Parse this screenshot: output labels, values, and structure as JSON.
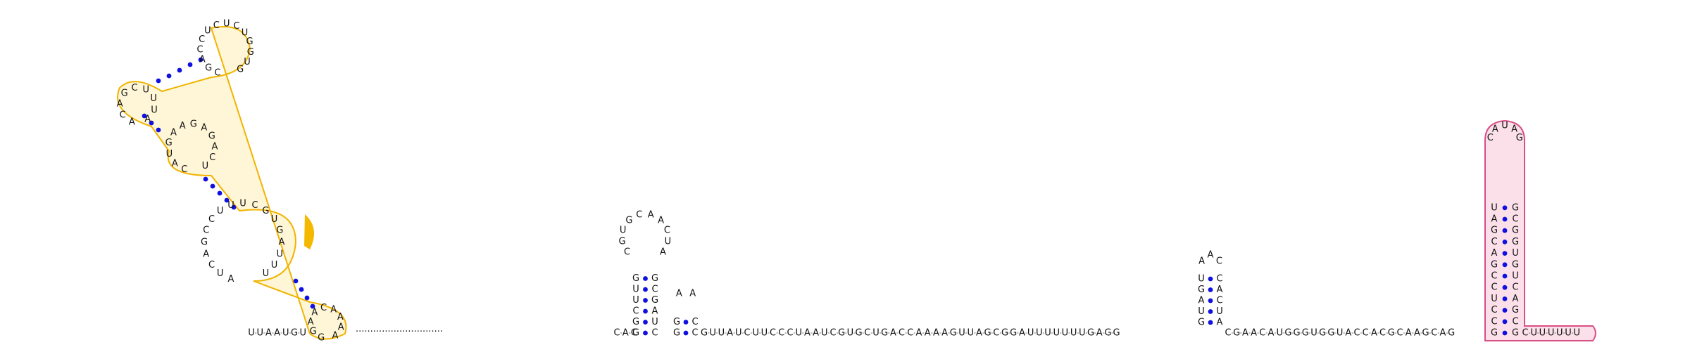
{
  "colors": {
    "background": "#ffffff",
    "nucleotide": "#111111",
    "pair_dot": "#1010e0",
    "module_a_outline": "#f0b400",
    "module_a_fill": "#fff6d8",
    "module_a_highlight": "#f5b800",
    "module_b_outline": "#d94f86",
    "module_b_fill": "#fbe0ea"
  },
  "strands": {
    "five_prime": "UUAAUGU",
    "unpaired_run": "CAC",
    "tail": "GUUAUCUUCCCUAAUCGUGCUGACCAAAAGUUAGCGGAUUUUUUUGAGG",
    "mid": "CGAACAUGGGUGGUACCACGCAAGCAG",
    "three_prime": "CUUUUUU"
  },
  "helices": [
    {
      "left": "GGCUUG",
      "right": "GCGAUC"
    },
    {
      "left": "GG",
      "right": "CC"
    },
    {
      "left": "GUAGU",
      "right": "CACUA"
    },
    {
      "left": "GCCUCCGACGAU",
      "right": "GCGGUGUCAGCG"
    }
  ],
  "loops": {
    "hairpin_1": "CGUGCAACUA",
    "hairpin_2": "AA",
    "hairpin_3": "AAC",
    "hairpin_4": "CAUAG"
  },
  "module_a": {
    "sequence": "CGACCUCUCUGGUGACAGCUUUACAUGAAGAGACUAUCAGCCUUUCGUGAUUUGGAACAAAAA"
  }
}
